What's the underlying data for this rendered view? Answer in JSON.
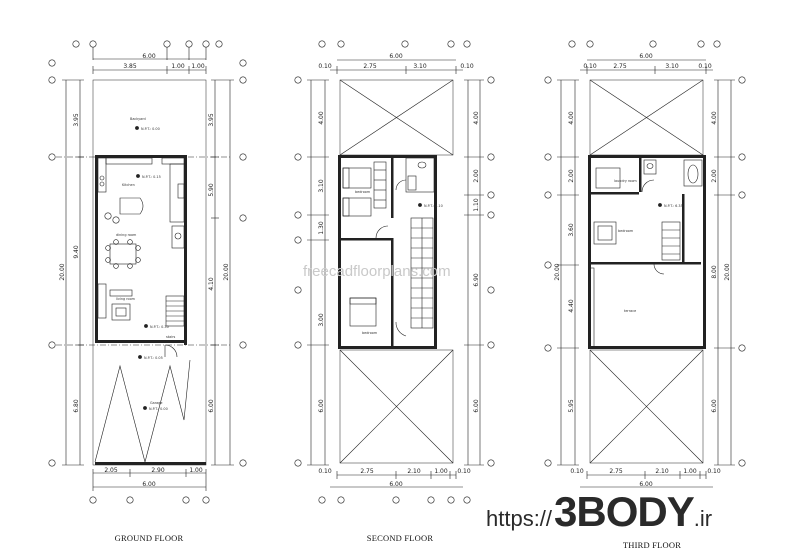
{
  "watermark_top": "freecadfloorplans.com",
  "watermark_brand": {
    "prefix": "https://",
    "name": "3BODY",
    "suffix": ".ir"
  },
  "plans": [
    {
      "title": "GROUND FLOOR",
      "top_total": "6.00",
      "top_dims": [
        "3.85",
        "1.00",
        "1.00"
      ],
      "bottom_total": "6.00",
      "bottom_dims": [
        "2.05",
        "2.90",
        "1.00"
      ],
      "left_total": "20.00",
      "left_mid": "9.40",
      "left_dims": [
        "3.95",
        "",
        "6.80"
      ],
      "right_total": "20.00",
      "right_dims": [
        "3.95",
        "5.90",
        "4.10",
        "6.00"
      ],
      "rooms": [
        "Backyard",
        "Kitchen",
        "dining room",
        "living room",
        "stairs",
        "Garage"
      ],
      "levels": [
        "N.P.T.: 0.00",
        "N.P.T.: 0.15",
        "N.P.T.: 0.30",
        "N.P.T.: 0.05",
        "N.P.T.: 0.00"
      ]
    },
    {
      "title": "SECOND FLOOR",
      "top_total": "6.00",
      "top_dims": [
        "0.10",
        "2.75",
        "3.10",
        "0.10"
      ],
      "bottom_total": "6.00",
      "bottom_dims": [
        "0.10",
        "2.75",
        "2.10",
        "1.00",
        "0.10"
      ],
      "left_dims": [
        "4.00",
        "3.10",
        "1.30",
        "3.00",
        "6.00"
      ],
      "right_dims": [
        "4.00",
        "2.00",
        "1.10",
        "6.90",
        "6.00"
      ],
      "rooms": [
        "bedroom",
        "bedroom"
      ],
      "levels": [
        "N.P.T.: 3.10"
      ]
    },
    {
      "title": "THIRD FLOOR",
      "top_total": "6.00",
      "top_dims": [
        "0.10",
        "2.75",
        "3.10",
        "0.10"
      ],
      "bottom_total": "6.00",
      "bottom_dims": [
        "0.10",
        "2.75",
        "2.10",
        "1.00",
        "0.10"
      ],
      "left_total": "20.00",
      "left_dims": [
        "4.00",
        "2.00",
        "3.60",
        "4.40",
        "5.95"
      ],
      "right_total": "20.00",
      "right_dims": [
        "4.00",
        "2.00",
        "8.00",
        "6.00"
      ],
      "rooms": [
        "laundry room",
        "bedroom",
        "terrace"
      ],
      "levels": [
        "N.P.T.: 6.35"
      ]
    }
  ]
}
